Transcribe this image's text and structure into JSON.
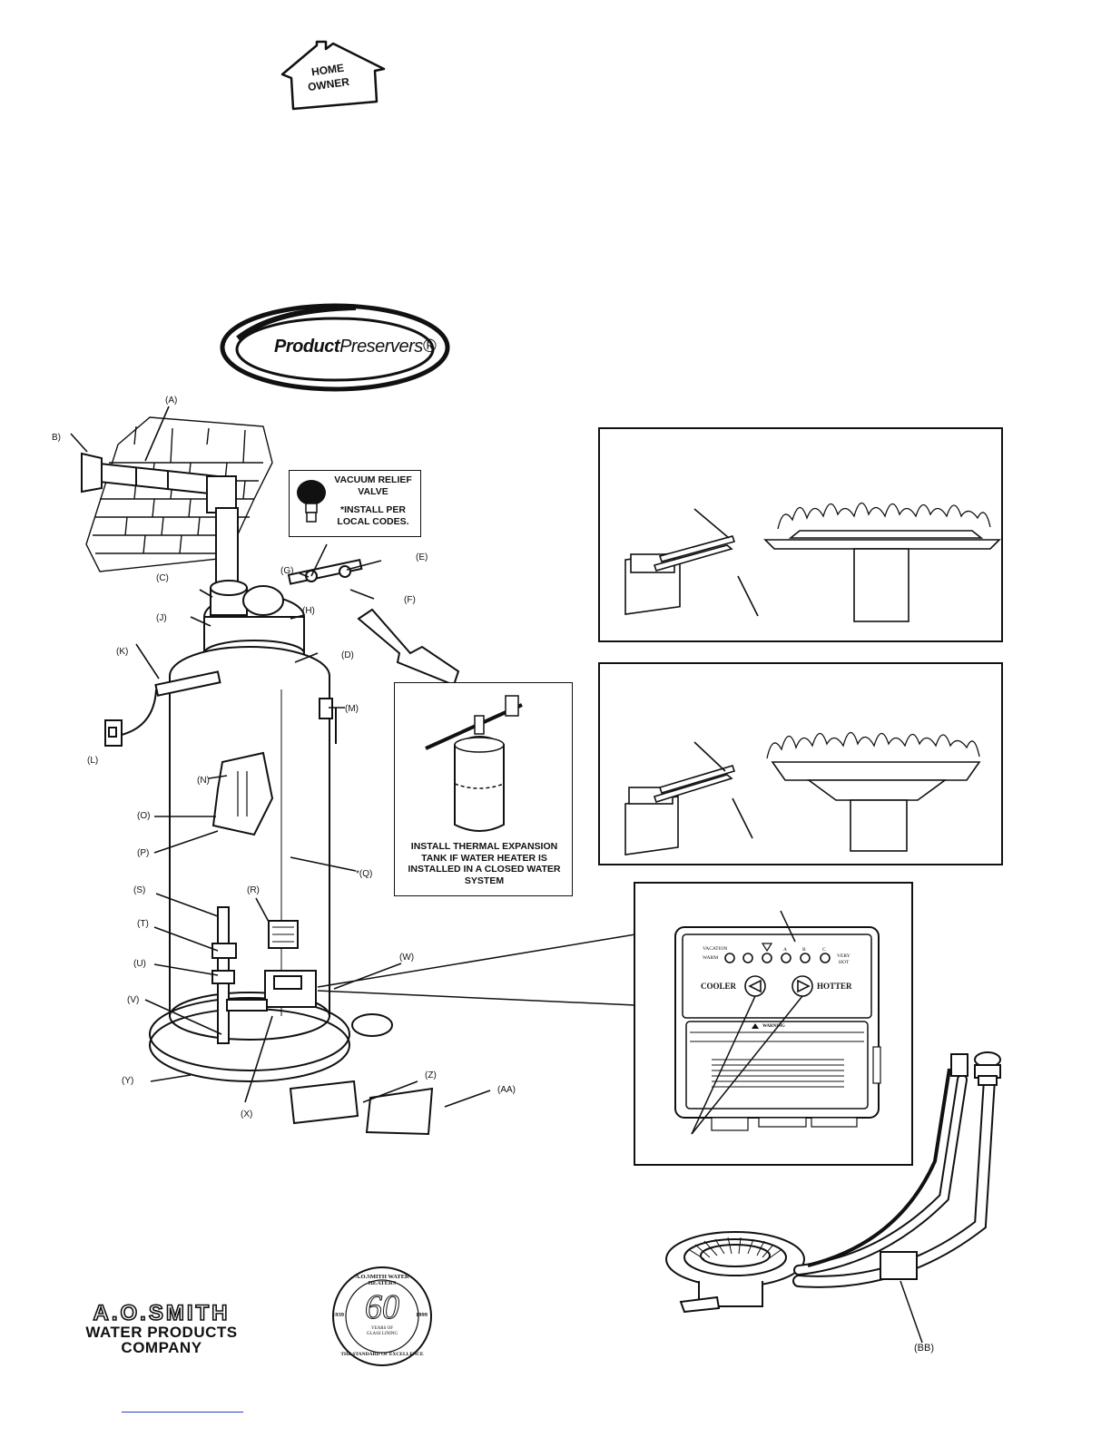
{
  "home_owner_badge": {
    "line1": "HOME",
    "line2": "OWNER"
  },
  "product_preservers_logo": {
    "bold": "Product",
    "rest": "Preservers®"
  },
  "vacuum_relief": {
    "line1": "VACUUM RELIEF",
    "line2": "VALVE",
    "line3": "*INSTALL PER",
    "line4": "LOCAL CODES."
  },
  "expansion_tank_caption": {
    "line1": "INSTALL THERMAL EXPANSION",
    "line2": "TANK IF WATER HEATER IS",
    "line3": "INSTALLED IN A CLOSED WATER",
    "line4": "SYSTEM"
  },
  "callouts": {
    "A": "(A)",
    "B": "B)",
    "C": "(C)",
    "D": "(D)",
    "E": "(E)",
    "F": "(F)",
    "G": "(G)",
    "H": "(H)",
    "J": "(J)",
    "K": "(K)",
    "L": "(L)",
    "M": "(M)",
    "N": "(N)",
    "O": "(O)",
    "P": "(P)",
    "Q": "*(Q)",
    "R": "(R)",
    "S": "(S)",
    "T": "(T)",
    "U": "(U)",
    "V": "(V)",
    "W": "(W)",
    "X": "(X)",
    "Y": "(Y)",
    "Z": "(Z)",
    "AA": "(AA)",
    "BB": "(BB)"
  },
  "control_panel": {
    "vacation": "VACATION",
    "warm": "WARM",
    "a": "A",
    "b": "B",
    "c": "C",
    "very_hot_1": "VERY",
    "very_hot_2": "HOT",
    "cooler": "COOLER",
    "hotter": "HOTTER",
    "warning": "WARNING"
  },
  "ao_smith": {
    "line1": "A.O.SMITH",
    "line2": "WATER PRODUCTS",
    "line3": "COMPANY"
  },
  "anniversary_seal": {
    "top_arc": "A.O.SMITH WATER HEATERS",
    "bottom_arc": "THE STANDARD OF EXCELLENCE",
    "number": "60",
    "sub1": "YEARS OF",
    "sub2": "GLASS LINING",
    "year_left": "1939",
    "year_right": "1999"
  }
}
